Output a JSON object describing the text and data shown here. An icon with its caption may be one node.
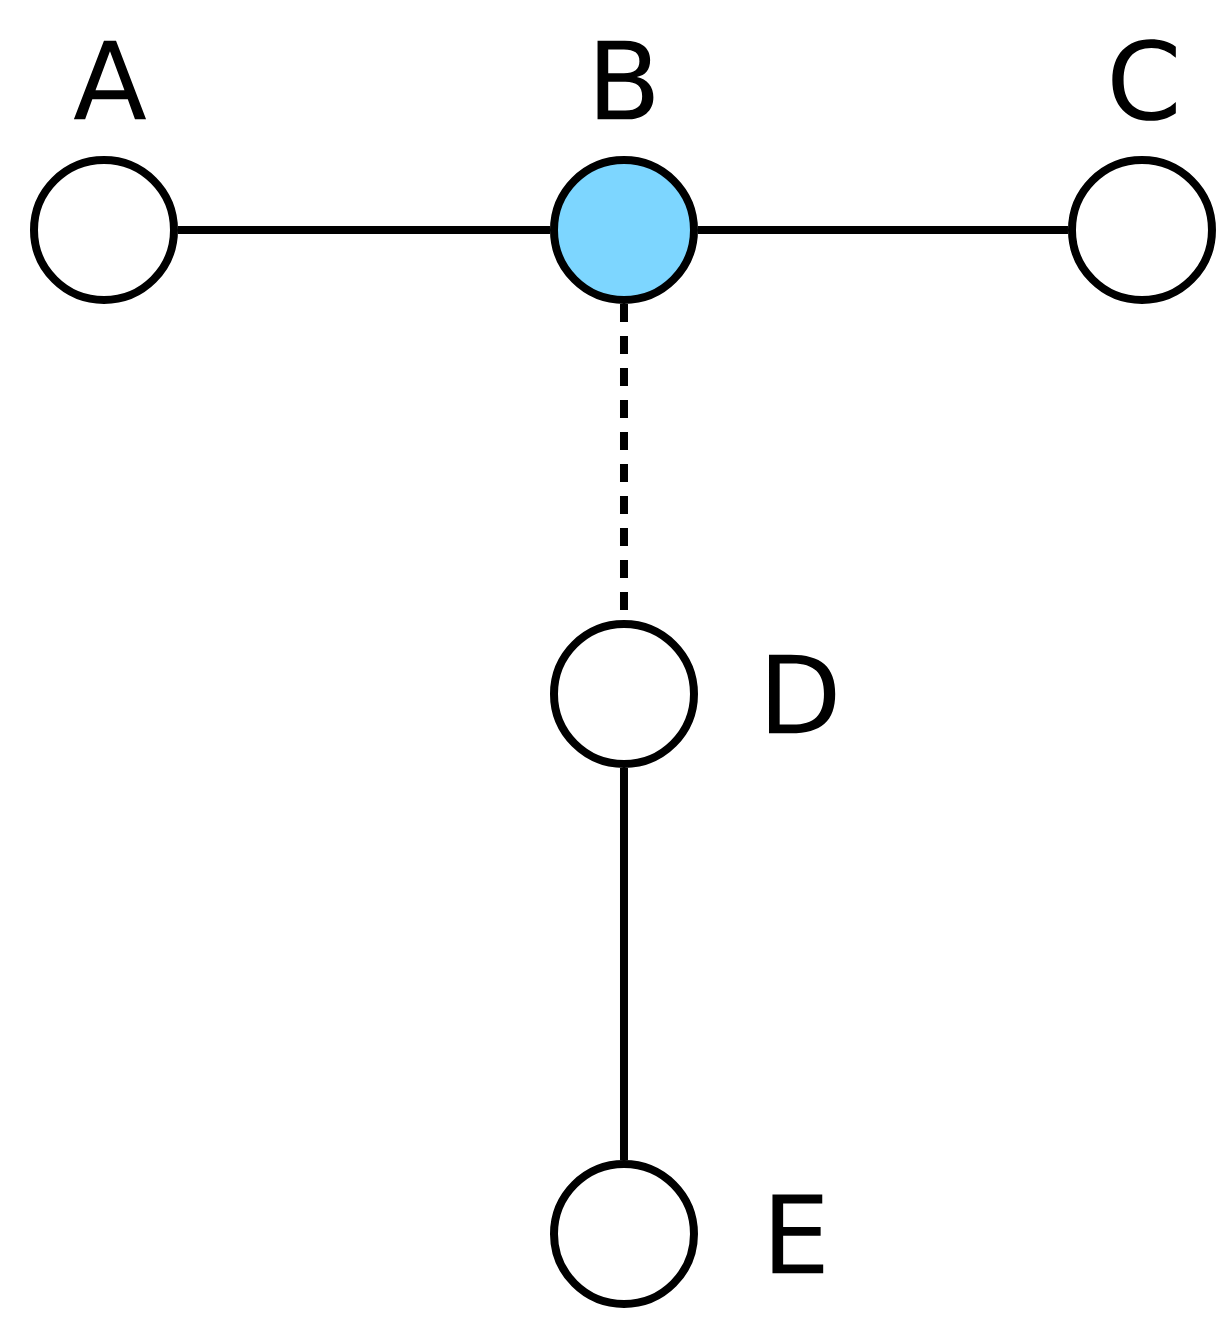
{
  "diagram": {
    "nodes": [
      {
        "text": [],
        "shape": "circle",
        "beside": [
          "A"
        ]
      },
      {
        "text": [],
        "shape": "circle",
        "beside": [
          "B"
        ]
      },
      {
        "text": [],
        "shape": "circle",
        "beside": [
          "C"
        ]
      },
      {
        "text": [],
        "shape": "circle",
        "beside": [
          "D"
        ]
      },
      {
        "text": [],
        "shape": "circle",
        "beside": [
          "E"
        ]
      }
    ],
    "edges": [
      {
        "from": 0,
        "to": 1,
        "arrow": "none"
      },
      {
        "from": 1,
        "to": 2,
        "arrow": "none"
      },
      {
        "from": 1,
        "to": 3,
        "arrow": "none",
        "style": "dashed"
      },
      {
        "from": 3,
        "to": 4,
        "arrow": "none"
      }
    ]
  }
}
